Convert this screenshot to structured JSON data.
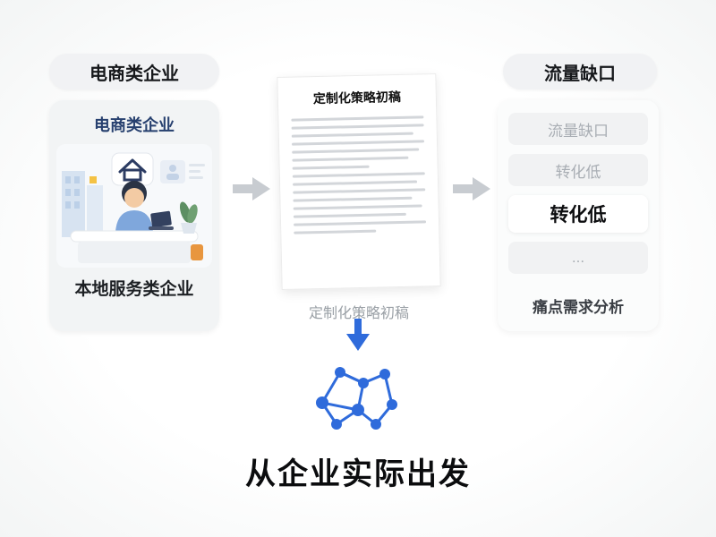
{
  "left": {
    "pill_label": "电商类企业",
    "card": {
      "title": "电商类企业",
      "caption": "本地服务类企业"
    }
  },
  "middle": {
    "document_title": "定制化策略初稿",
    "caption": "定制化策略初稿",
    "headline": "从企业实际出发"
  },
  "right": {
    "pill_label": "流量缺口",
    "items": [
      {
        "label": "流量缺口"
      },
      {
        "label": "转化低"
      },
      {
        "label": "转化低"
      },
      {
        "label": "..."
      }
    ],
    "caption": "痛点需求分析"
  },
  "icons": {
    "arrow_right": "arrow-right-icon",
    "arrow_down": "arrow-down-icon",
    "network": "network-graph-icon",
    "illustration": "workspace-illustration"
  },
  "colors": {
    "accent_blue": "#2F6BDB",
    "arrow_gray": "#C8CCD1",
    "muted_text": "#A9AEB4",
    "card_title_navy": "#27406F"
  }
}
